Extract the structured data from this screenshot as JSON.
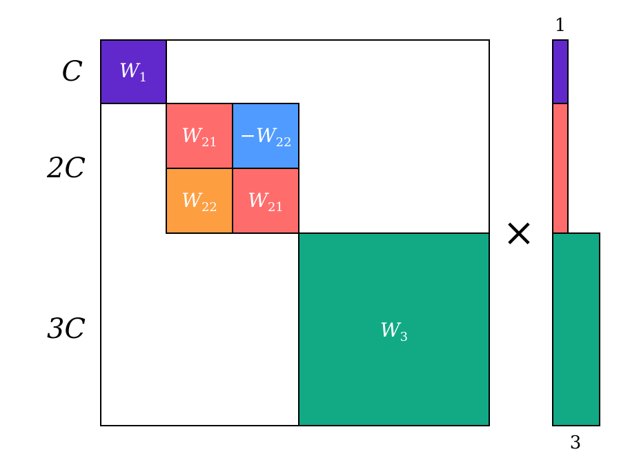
{
  "row_labels": {
    "c": "C",
    "two_c": "2C",
    "three_c": "3C"
  },
  "blocks": {
    "w1": {
      "text": "W",
      "sub": "1"
    },
    "w21_top": {
      "text": "W",
      "sub": "21"
    },
    "neg_w22": {
      "text": "−W",
      "sub": "22"
    },
    "w22": {
      "text": "W",
      "sub": "22"
    },
    "w21_bottom": {
      "text": "W",
      "sub": "21"
    },
    "w3": {
      "text": "W",
      "sub": "3"
    }
  },
  "operator": "×",
  "vector_labels": {
    "top": "1",
    "bottom": "3"
  },
  "colors": {
    "purple": "#6129CC",
    "red": "#FE6D6C",
    "blue": "#4F9BFF",
    "orange": "#FD9E41",
    "green": "#11AA85",
    "outline": "#000000"
  }
}
